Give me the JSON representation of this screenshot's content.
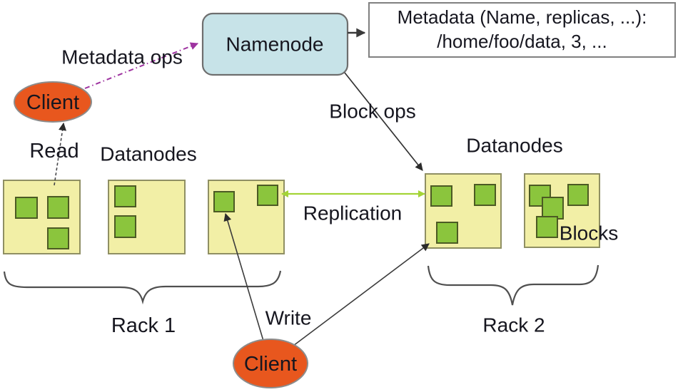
{
  "nodes": {
    "namenode": {
      "label": "Namenode"
    },
    "metadata_box": {
      "line1": "Metadata (Name, replicas, ...):",
      "line2": "/home/foo/data, 3, ..."
    },
    "client_top": {
      "label": "Client"
    },
    "client_bottom": {
      "label": "Client"
    }
  },
  "labels": {
    "metadata_ops": "Metadata ops",
    "block_ops": "Block ops",
    "read": "Read",
    "write": "Write",
    "replication": "Replication",
    "datanodes_left": "Datanodes",
    "datanodes_right": "Datanodes",
    "blocks": "Blocks",
    "rack1": "Rack 1",
    "rack2": "Rack 2"
  },
  "structure": {
    "rack1": {
      "label": "Rack 1",
      "datanode_count": 3,
      "block_counts_per_datanode": [
        3,
        2,
        2
      ]
    },
    "rack2": {
      "label": "Rack 2",
      "datanode_count": 2,
      "block_counts_per_datanode": [
        3,
        4
      ]
    }
  },
  "edges": [
    {
      "name": "metadata-ops",
      "from": "client-top",
      "to": "namenode",
      "style": "dash-dot",
      "color": "#9e33a0"
    },
    {
      "name": "namenode-to-metadata-box",
      "from": "namenode",
      "to": "metadata-box",
      "style": "solid",
      "color": "#4a4a4a"
    },
    {
      "name": "block-ops",
      "from": "namenode",
      "to": "rack2-datanode-1",
      "style": "solid",
      "color": "#333333"
    },
    {
      "name": "read",
      "from": "rack1-datanode-1",
      "to": "client-top",
      "style": "dashed",
      "color": "#46464a"
    },
    {
      "name": "replication",
      "from": "rack1-datanode-3",
      "to": "rack2-datanode-1",
      "style": "solid",
      "bidirectional": true,
      "color": "#a4d437"
    },
    {
      "name": "write-to-rack1",
      "from": "client-bottom",
      "to": "rack1-datanode-3",
      "style": "solid",
      "color": "#3c3c3c"
    },
    {
      "name": "write-to-rack2",
      "from": "client-bottom",
      "to": "rack2-datanode-1",
      "style": "solid",
      "color": "#3c3c3c"
    }
  ],
  "colors": {
    "namenode_fill": "#c7e3e8",
    "datanode_fill": "#f2efa6",
    "block_fill": "#8bc53d",
    "client_fill": "#e8571e",
    "metadata_ops_arrow": "#9e33a0",
    "replication_arrow": "#a4d437",
    "text": "#16161f"
  }
}
